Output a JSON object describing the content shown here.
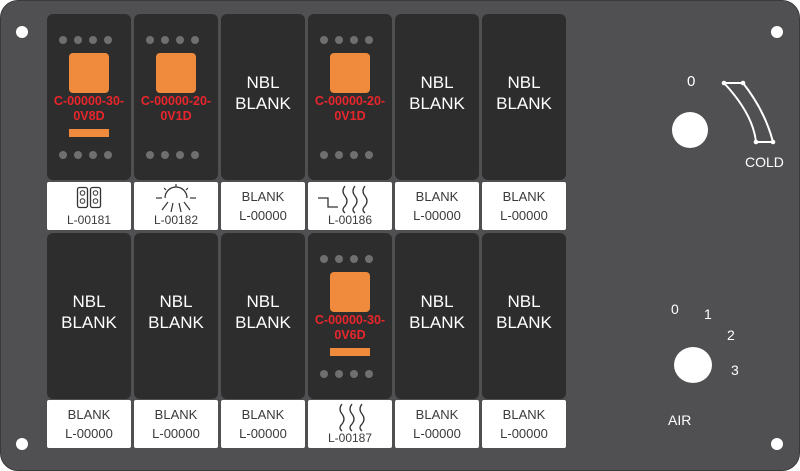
{
  "row1": {
    "sw1": {
      "type": "rocker",
      "code_line1": "C-00000-30-",
      "code_line2": "0V8D",
      "label_icon": "two-box-icon",
      "label_code": "L-00181"
    },
    "sw2": {
      "type": "rocker",
      "code_line1": "C-00000-20-",
      "code_line2": "0V1D",
      "label_icon": "sun-icon",
      "label_code": "L-00182"
    },
    "sw3": {
      "type": "blank",
      "line1": "NBL",
      "line2": "BLANK",
      "label_line1": "BLANK",
      "label_code": "L-00000"
    },
    "sw4": {
      "type": "rocker",
      "code_line1": "C-00000-20-",
      "code_line2": "0V1D",
      "label_icon": "step-heat-icon",
      "label_code": "L-00186"
    },
    "sw5": {
      "type": "blank",
      "line1": "NBL",
      "line2": "BLANK",
      "label_line1": "BLANK",
      "label_code": "L-00000"
    },
    "sw6": {
      "type": "blank",
      "line1": "NBL",
      "line2": "BLANK",
      "label_line1": "BLANK",
      "label_code": "L-00000"
    }
  },
  "row2": {
    "sw1": {
      "type": "blank",
      "line1": "NBL",
      "line2": "BLANK",
      "label_line1": "BLANK",
      "label_code": "L-00000"
    },
    "sw2": {
      "type": "blank",
      "line1": "NBL",
      "line2": "BLANK",
      "label_line1": "BLANK",
      "label_code": "L-00000"
    },
    "sw3": {
      "type": "blank",
      "line1": "NBL",
      "line2": "BLANK",
      "label_line1": "BLANK",
      "label_code": "L-00000"
    },
    "sw4": {
      "type": "rocker",
      "code_line1": "C-00000-30-",
      "code_line2": "0V6D",
      "label_icon": "heat-icon",
      "label_code": "L-00187"
    },
    "sw5": {
      "type": "blank",
      "line1": "NBL",
      "line2": "BLANK",
      "label_line1": "BLANK",
      "label_code": "L-00000"
    },
    "sw6": {
      "type": "blank",
      "line1": "NBL",
      "line2": "BLANK",
      "label_line1": "BLANK",
      "label_code": "L-00000"
    }
  },
  "temp_knob": {
    "pos0": "0",
    "label": "COLD"
  },
  "air_knob": {
    "pos0": "0",
    "pos1": "1",
    "pos2": "2",
    "pos3": "3",
    "label": "AIR"
  },
  "colors": {
    "panel": "#505052",
    "switch": "#2e2d2e",
    "led": "#f08a3c",
    "code_text": "#e8262b"
  }
}
